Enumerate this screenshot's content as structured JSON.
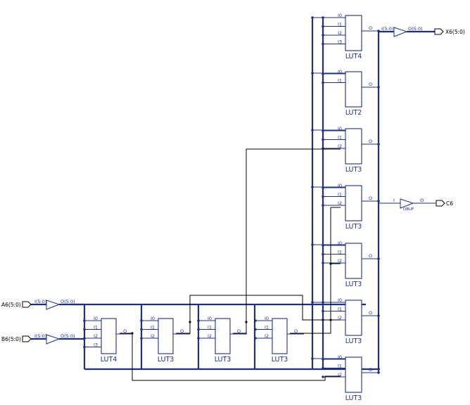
{
  "pin_labels": {
    "i0": "I0",
    "i1": "I1",
    "i2": "I2",
    "i3": "I3",
    "o": "O"
  },
  "cells": [
    {
      "id": "u_in_a",
      "label": "LUT4"
    },
    {
      "id": "u_b",
      "label": "LUT3"
    },
    {
      "id": "u_c",
      "label": "LUT3"
    },
    {
      "id": "u_d",
      "label": "LUT3"
    },
    {
      "id": "u_out_x",
      "label": "LUT4"
    },
    {
      "id": "u_r2",
      "label": "LUT2"
    },
    {
      "id": "u_r3",
      "label": "LUT3"
    },
    {
      "id": "u_r4",
      "label": "LUT3"
    },
    {
      "id": "u_r5",
      "label": "LUT3"
    },
    {
      "id": "u_r6",
      "label": "LUT3"
    },
    {
      "id": "u_r7",
      "label": "LUT3"
    }
  ],
  "ports": {
    "a_in": "A6(5:0)",
    "b_in": "B6(5:0)",
    "x_out": "X6(5:0)",
    "c_out": "C6"
  },
  "buffers": {
    "a_buf": {
      "in": "I(5:0)",
      "out": "O(5:0)"
    },
    "b_buf": {
      "in": "I(5:0)",
      "out": "O(5:0)"
    },
    "x_buf": {
      "in": "I(5:0)",
      "out": "O(5:0)"
    },
    "c_buf": {
      "in": "I",
      "out": "O",
      "type": "OBUF"
    }
  },
  "colors": {
    "bus": "#1e2f86",
    "signal": "#000000"
  }
}
